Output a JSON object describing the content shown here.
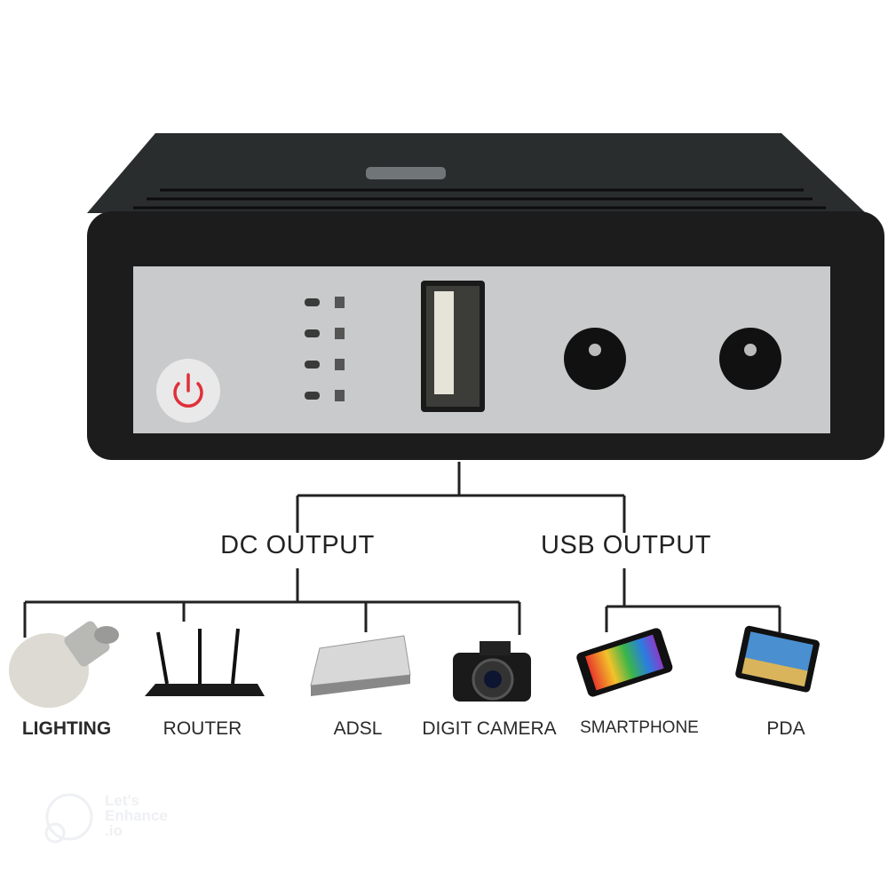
{
  "branches": {
    "dc": {
      "label": "DC OUTPUT",
      "devices": [
        "LIGHTING",
        "ROUTER",
        "ADSL",
        "DIGIT CAMERA"
      ]
    },
    "usb": {
      "label": "USB OUTPUT",
      "devices": [
        "SMARTPHONE",
        "PDA"
      ]
    }
  },
  "watermark": "Let's Enhance .io",
  "device": {
    "leds": 4,
    "power_button_color": "#e0303a",
    "body_color": "#1c1c1c",
    "panel_color": "#c8cacb"
  }
}
